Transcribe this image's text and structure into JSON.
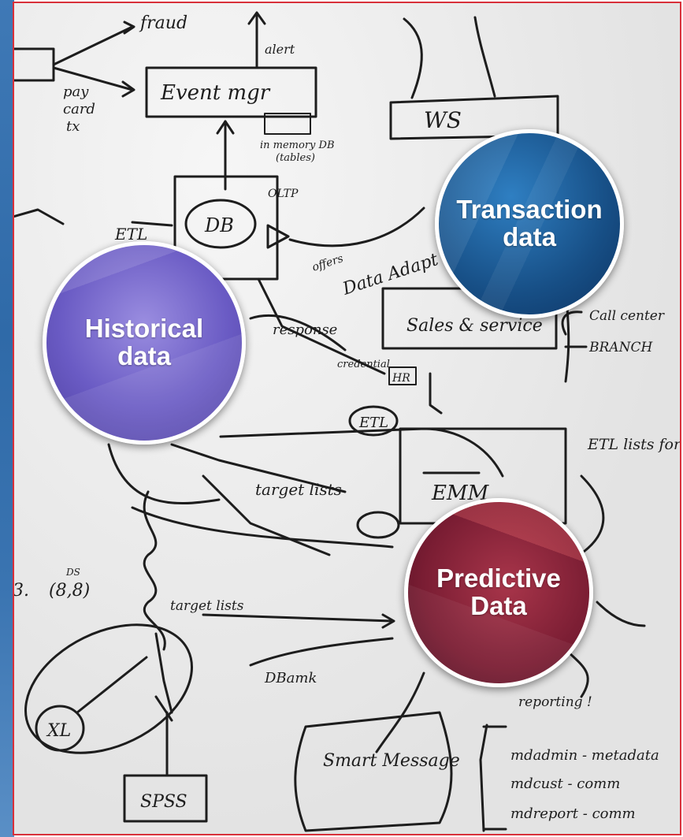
{
  "bubbles": {
    "transaction": {
      "label": "Transaction\ndata",
      "color": "#174f86"
    },
    "historical": {
      "label": "Historical\ndata",
      "color": "#6a5bc4"
    },
    "predictive": {
      "label": "Predictive\nData",
      "color": "#7a1d33"
    }
  },
  "sketch": {
    "fraud": "fraud",
    "alert": "alert",
    "pay": "pay",
    "card": "card",
    "tx": "tx",
    "event_mgr": "Event mgr",
    "in_memory": "in memory DB",
    "tables": "(tables)",
    "ws": "WS",
    "db": "DB",
    "oltp": "OLTP",
    "etl": "ETL",
    "offers": "offers",
    "data_adapter": "Data Adapt",
    "sales_service": "Sales & service",
    "call_center": "Call center",
    "branch": "BRANCH",
    "response": "response",
    "credential": "credential",
    "hr": "HR",
    "etl_mid": "ETL",
    "target_lists": "target lists",
    "emm": "EMM",
    "etl_lists": "ETL lists for Event Mgr",
    "ds": "DS",
    "ds_value": "(8,8)",
    "target_lists_2": "target lists",
    "xl": "XL",
    "dbamk": "DBamk",
    "spss": "SPSS",
    "smart_message": "Smart Message",
    "reporting": "reporting !",
    "mdadmin": "mdadmin - metadata",
    "mdcust": "mdcust - comm",
    "mdreport": "mdreport - comm"
  }
}
